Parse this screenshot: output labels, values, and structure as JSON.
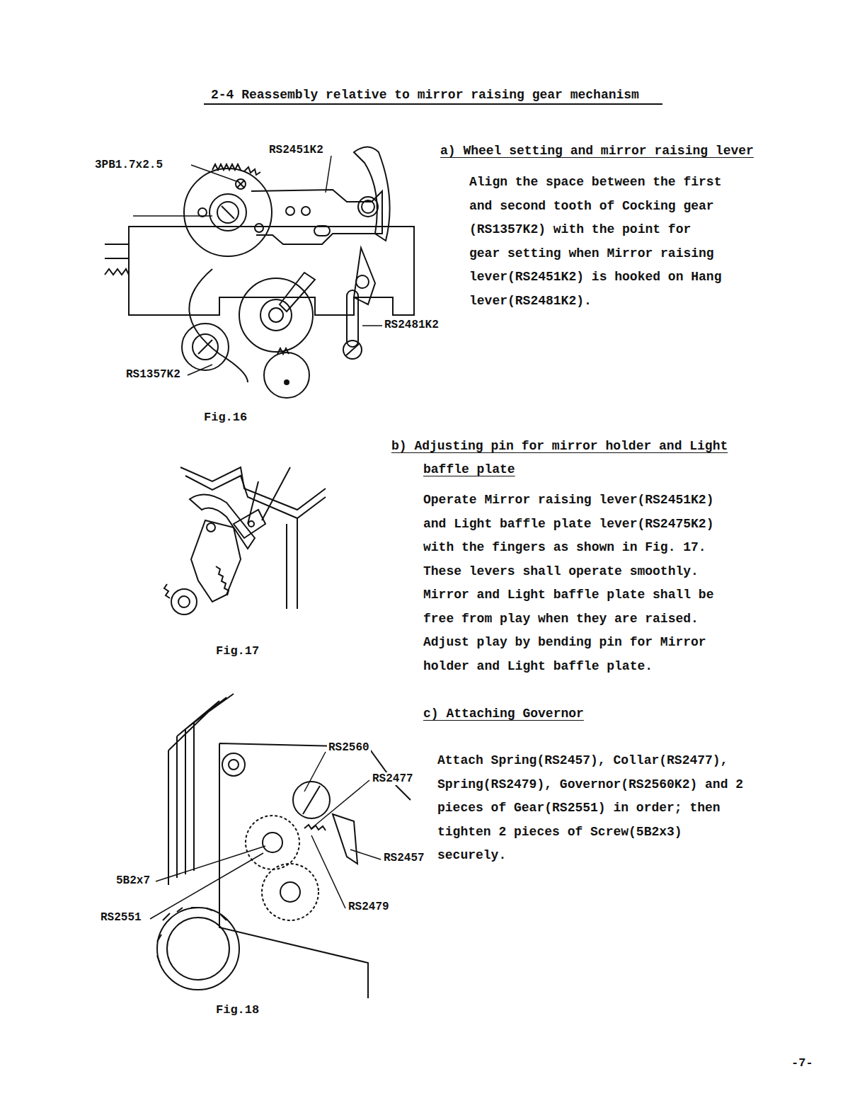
{
  "diagram": {
    "title": "2-4 Reassembly relative to mirror raising gear mechanism",
    "labels": [
      "RS2451K2",
      "3PB1.7x2.5",
      "RS2481K2",
      "RS1357K2",
      "Fig.16",
      "a) Wheel setting and mirror raising lever",
      "Align the space between the first and second tooth of Cocking gear (RS1357K2) with the point for gear setting when Mirror raising lever(RS2451K2) is hooked on Hang lever(RS2481K2).",
      "Fig.17",
      "b) Adjusting pin for mirror holder and Light baffle plate",
      "Operate Mirror raising lever(RS2451K2) and Light baffle plate lever(RS2475K2) with the fingers as shown in Fig. 17. These levers shall operate smoothly. Mirror and Light baffle plate shall be free from play when they are raised. Adjust play by bending pin for Mirror holder and Light baffle plate.",
      "c) Attaching Governor",
      "Attach Spring(RS2457), Collar(RS2477), Spring(RS2479), Governor(RS2560K2) and 2 pieces of Gear(RS2551) in order; then tighten 2 pieces of Screw(5B2x3) securely.",
      "RS2560",
      "RS2477",
      "RS2457",
      "5B2x7",
      "RS2551",
      "RS2479",
      "Fig.18",
      "-7-"
    ]
  }
}
